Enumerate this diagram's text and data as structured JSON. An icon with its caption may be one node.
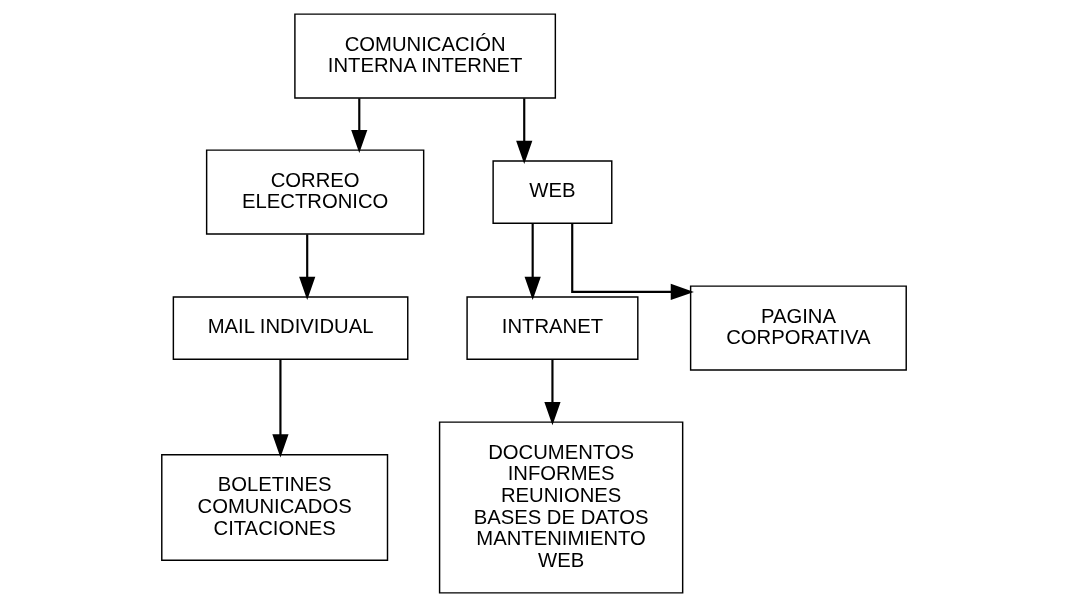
{
  "diagram": {
    "nodes": [
      {
        "text": [
          "COMUNICACIÓN INTERNA INTERNET"
        ]
      },
      {
        "text": [
          "CORREO ELECTRONICO"
        ]
      },
      {
        "text": [
          "WEB"
        ]
      },
      {
        "text": [
          "INTRANET"
        ]
      },
      {
        "text": [
          "MAIL INDIVIDUAL"
        ]
      },
      {
        "text": [
          "PAGINA CORPORATIVA"
        ]
      },
      {
        "text": [
          "DOCUMENTOS",
          "INFORMES",
          "REUNIONES",
          "BASES DE DATOS",
          "MANTENIMIENTO WEB"
        ]
      },
      {
        "text": [
          "BOLETINES",
          "COMUNICADOS",
          "CITACIONES"
        ]
      }
    ],
    "edges": [
      {
        "from": 0,
        "to": 1,
        "arrow": "to"
      },
      {
        "from": 0,
        "to": 2,
        "arrow": "to"
      },
      {
        "from": 1,
        "to": 4,
        "arrow": "to"
      },
      {
        "from": 2,
        "to": 3,
        "arrow": "to"
      },
      {
        "from": 2,
        "to": 5,
        "arrow": "to"
      },
      {
        "from": 3,
        "to": 6,
        "arrow": "to"
      },
      {
        "from": 4,
        "to": 7,
        "arrow": "to"
      }
    ]
  }
}
